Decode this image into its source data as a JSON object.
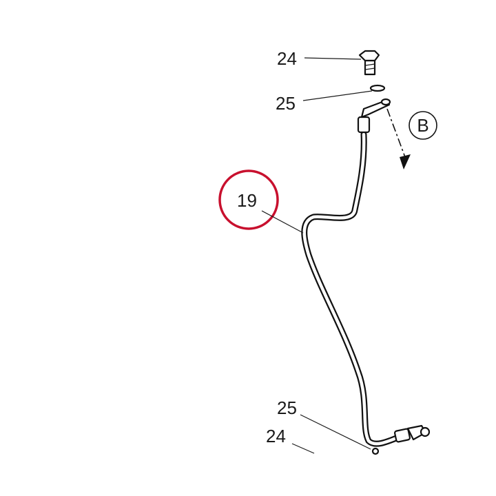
{
  "callouts": {
    "bolt_top": "24",
    "washer_top": "25",
    "hose": "19",
    "washer_bottom": "25",
    "bolt_bottom": "24",
    "direction_ref": "B"
  },
  "colors": {
    "highlight_ring": "#c8102e",
    "line": "#111111",
    "background": "#ffffff"
  }
}
